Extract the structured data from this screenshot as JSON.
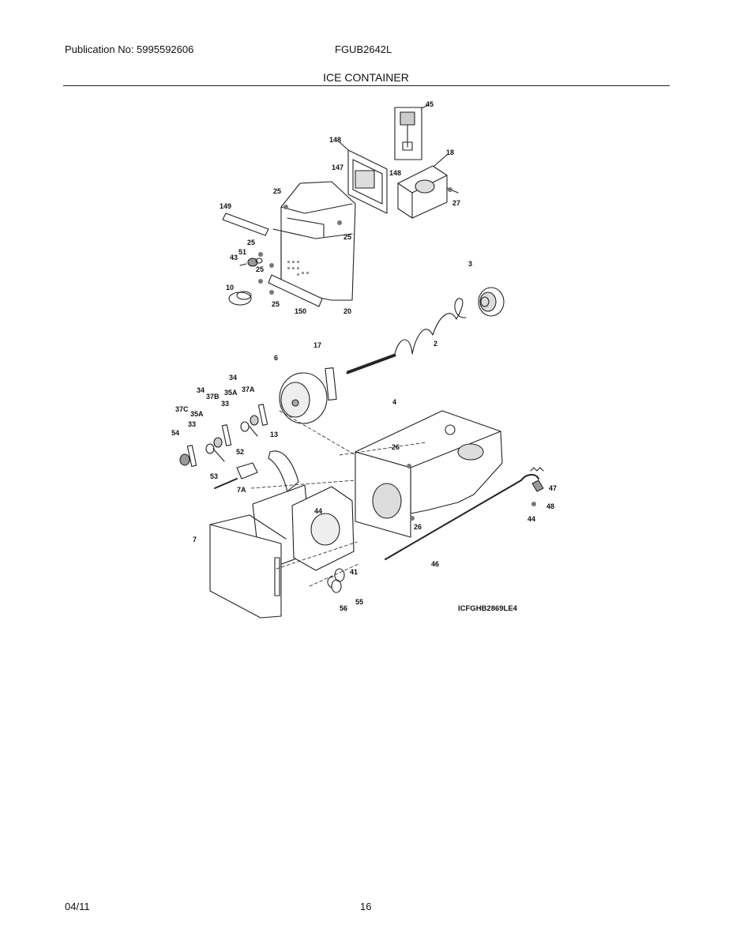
{
  "header": {
    "publication": "Publication No: 5995592606",
    "model": "FGUB2642L",
    "section_title": "ICE CONTAINER"
  },
  "diagram": {
    "drawing_code": "ICFGHB2869LE4",
    "callouts": [
      "45",
      "148",
      "147",
      "148",
      "18",
      "27",
      "25",
      "149",
      "25",
      "51",
      "43",
      "25",
      "25",
      "10",
      "25",
      "150",
      "20",
      "3",
      "2",
      "17",
      "6",
      "34",
      "34",
      "37B",
      "35A",
      "37A",
      "33",
      "37C",
      "35A",
      "33",
      "13",
      "54",
      "52",
      "53",
      "7A",
      "44",
      "7",
      "4",
      "26",
      "26",
      "47",
      "48",
      "44",
      "46",
      "41",
      "56",
      "55"
    ]
  },
  "footer": {
    "date": "04/11",
    "page": "16"
  }
}
